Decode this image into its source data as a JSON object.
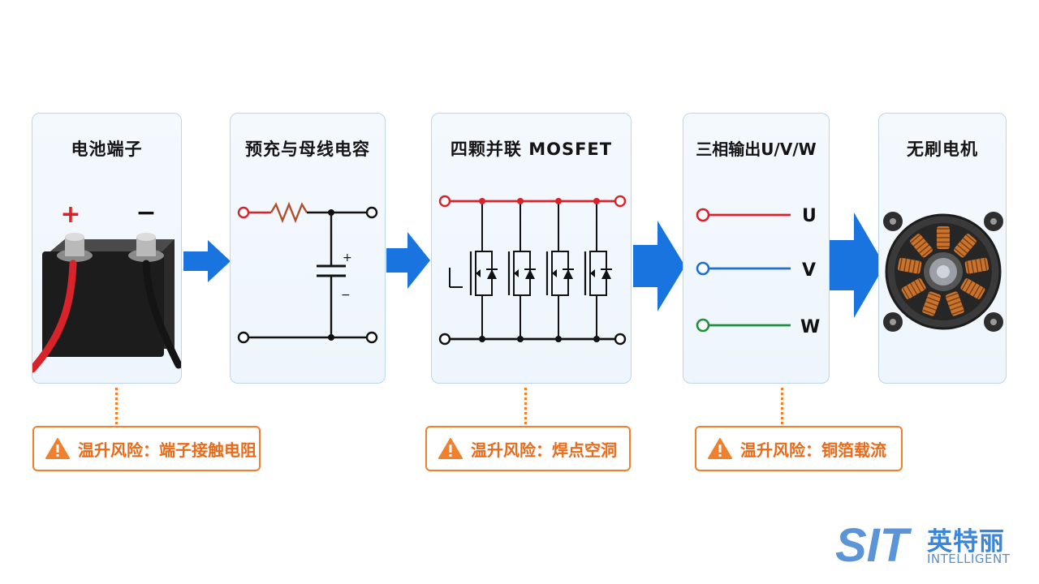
{
  "panels": {
    "battery": {
      "title": "电池端子",
      "plus": "+",
      "minus": "−"
    },
    "precharge": {
      "title": "预充与母线电容",
      "plus": "+",
      "minus": "−"
    },
    "mosfet": {
      "title": "四颗并联 MOSFET"
    },
    "phase": {
      "title": "三相输出U/V/W",
      "u": "U",
      "v": "V",
      "w": "W"
    },
    "motor": {
      "title": "无刷电机"
    }
  },
  "warnings": [
    {
      "text": "温升风险：端子接触电阻"
    },
    {
      "text": "温升风险：焊点空洞"
    },
    {
      "text": "温升风险：铜箔载流"
    }
  ],
  "logo": {
    "mark": "SIT",
    "cn": "英特丽",
    "en": "INTELLIGENT"
  },
  "colors": {
    "arrow": "#1a74e0",
    "warning": "#f07f2e",
    "wire_red": "#d8232a",
    "wire_blue": "#1f6fd0",
    "wire_green": "#1e8f3a"
  }
}
